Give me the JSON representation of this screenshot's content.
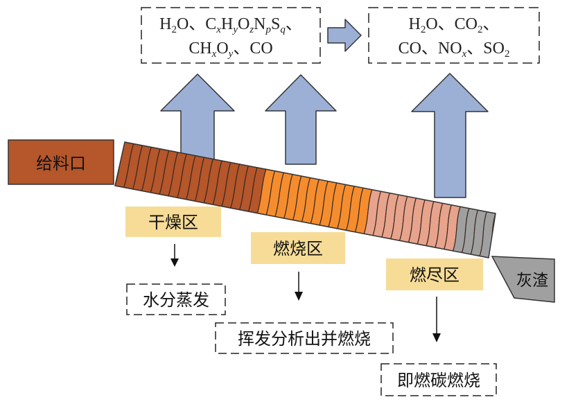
{
  "feed": {
    "label": "给料口"
  },
  "ash": {
    "label": "灰渣"
  },
  "gas_box_1": {
    "line1": [
      {
        "t": "H"
      },
      {
        "t": "2",
        "sub": true
      },
      {
        "t": "O、C"
      },
      {
        "t": "x",
        "sub": true,
        "italic": true
      },
      {
        "t": "H"
      },
      {
        "t": "y",
        "sub": true,
        "italic": true
      },
      {
        "t": "O"
      },
      {
        "t": "z",
        "sub": true,
        "italic": true
      },
      {
        "t": "N"
      },
      {
        "t": "p",
        "sub": true,
        "italic": true
      },
      {
        "t": "S"
      },
      {
        "t": "q",
        "sub": true,
        "italic": true
      },
      {
        "t": "、"
      }
    ],
    "line2": [
      {
        "t": "CH"
      },
      {
        "t": "x",
        "sub": true,
        "italic": true
      },
      {
        "t": "O"
      },
      {
        "t": "y",
        "sub": true,
        "italic": true
      },
      {
        "t": "、CO"
      }
    ]
  },
  "gas_box_2": {
    "line1": [
      {
        "t": "H"
      },
      {
        "t": "2",
        "sub": true
      },
      {
        "t": "O、CO"
      },
      {
        "t": "2",
        "sub": true
      },
      {
        "t": "、"
      }
    ],
    "line2": [
      {
        "t": "CO、NO"
      },
      {
        "t": "x",
        "sub": true,
        "italic": true
      },
      {
        "t": "、SO"
      },
      {
        "t": "2",
        "sub": true
      }
    ]
  },
  "zones": [
    {
      "name": "干燥区",
      "process": "水分蒸发"
    },
    {
      "name": "燃烧区",
      "process": "挥发分析出并燃烧"
    },
    {
      "name": "燃尽区",
      "process": "即燃碳燃烧"
    }
  ],
  "colors": {
    "feed": "#b5562b",
    "drying": "#b5562b",
    "combustion": "#f58d2e",
    "burnout": "#e7a38c",
    "ash": "#a0a0a0",
    "zone_label_bg": "#f7dc97",
    "up_arrow": "#9cb0d6"
  }
}
